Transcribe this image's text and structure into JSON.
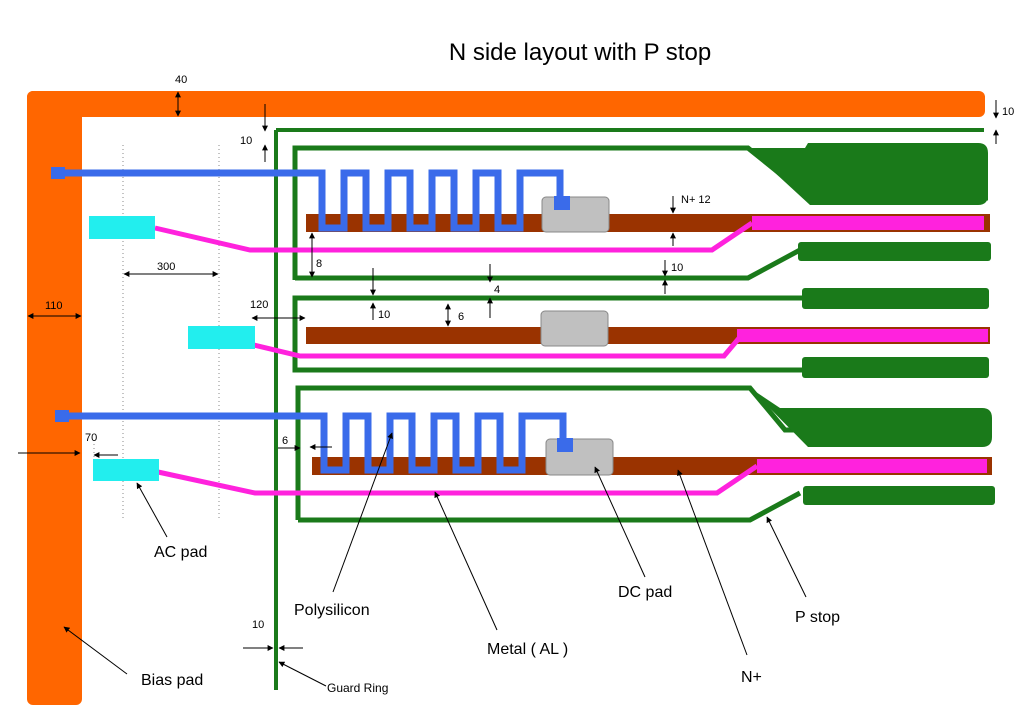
{
  "title": "N side layout with P stop",
  "dimensions": {
    "d40": "40",
    "d10_top_right": "10",
    "d10_gr_top": "10",
    "d300": "300",
    "d110": "110",
    "d120": "120",
    "d8": "8",
    "d10_gap": "10",
    "d6_gap": "6",
    "d4": "4",
    "d10_nplus": "10",
    "nplus12": "N+  12",
    "d70": "70",
    "d6_left": "6",
    "d10_bottom": "10"
  },
  "labels": {
    "ac_pad": "AC pad",
    "polysilicon": "Polysilicon",
    "metal": "Metal ( AL )",
    "dc_pad": "DC pad",
    "p_stop": "P stop",
    "n_plus": "N+",
    "bias_pad": "Bias pad",
    "guard_ring": "Guard Ring"
  },
  "colors": {
    "bias_ring": "#ff6600",
    "p_stop": "#1a7a1a",
    "polysilicon": "#3a6bea",
    "metal": "#ff22dd",
    "n_plus": "#9a3300",
    "ac_pad": "#22eeee",
    "dc_pad": "#c0c0c0"
  }
}
